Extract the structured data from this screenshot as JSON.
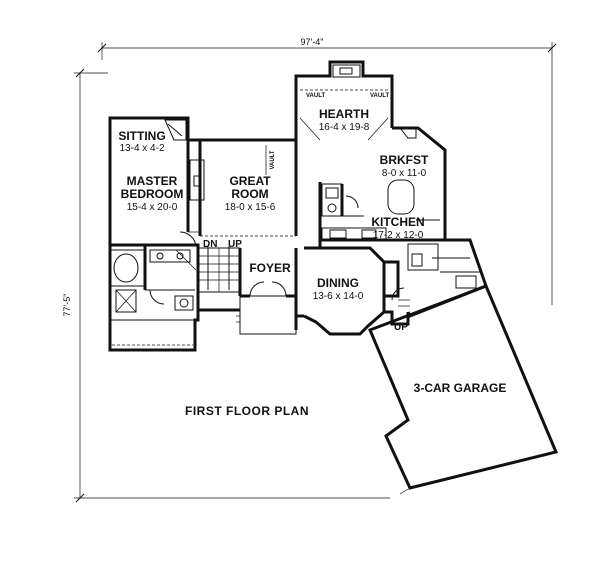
{
  "plan": {
    "title": "FIRST FLOOR PLAN",
    "overall_width": "97'-4\"",
    "overall_depth": "77'-5\""
  },
  "rooms": {
    "hearth": {
      "name": "HEARTH",
      "size": "16-4 x 19-8"
    },
    "sitting": {
      "name": "SITTING",
      "size": "13-4 x 4-2"
    },
    "master": {
      "name1": "MASTER",
      "name2": "BEDROOM",
      "size": "15-4 x 20-0"
    },
    "great": {
      "name1": "GREAT",
      "name2": "ROOM",
      "size": "18-0 x 15-6"
    },
    "brkfst": {
      "name": "BRKFST",
      "size": "8-0 x 11-0"
    },
    "kitchen": {
      "name": "KITCHEN",
      "size": "17-2 x 12-0"
    },
    "foyer": {
      "name": "FOYER"
    },
    "dining": {
      "name": "DINING",
      "size": "13-6 x 14-0"
    },
    "garage": {
      "name": "3-CAR GARAGE"
    }
  },
  "annotations": {
    "vault": "VAULT",
    "dn": "DN",
    "up": "UP"
  }
}
